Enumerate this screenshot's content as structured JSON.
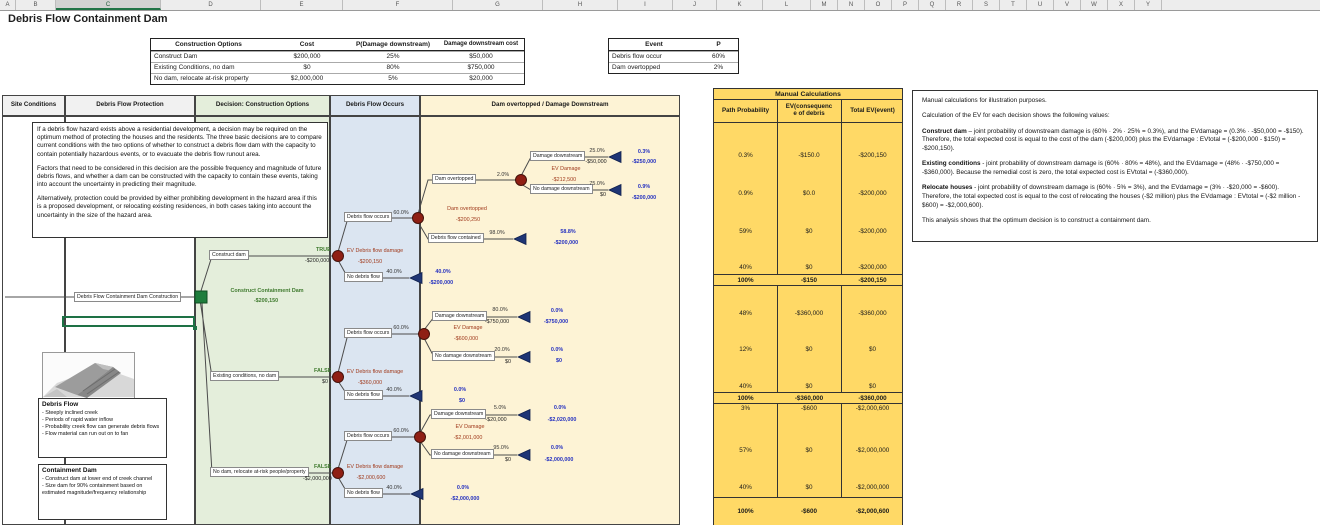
{
  "app": {
    "columns": [
      "A",
      "B",
      "C",
      "D",
      "E",
      "F",
      "G",
      "H",
      "I",
      "J",
      "K",
      "L",
      "M",
      "N",
      "O",
      "P",
      "Q",
      "R",
      "S",
      "T",
      "U",
      "V",
      "W",
      "X",
      "Y"
    ]
  },
  "title": "Debris Flow Containment Dam",
  "options_table": {
    "headers": [
      "Construction Options",
      "Cost",
      "P(Damage downstream)",
      "Damage downstream cost"
    ],
    "rows": [
      [
        "Construct Dam",
        "$200,000",
        "25%",
        "$50,000"
      ],
      [
        "Existing Conditions, no dam",
        "$0",
        "80%",
        "$750,000"
      ],
      [
        "No dam, relocate at-risk property",
        "$2,000,000",
        "5%",
        "$20,000"
      ]
    ]
  },
  "event_table": {
    "headers": [
      "Event",
      "P"
    ],
    "rows": [
      [
        "Debris flow occur",
        "60%"
      ],
      [
        "Dam overtopped",
        "2%"
      ]
    ]
  },
  "tree": {
    "headers": [
      "Site Conditions",
      "Debris Flow Protection",
      "Decision: Construction Options",
      "Debris Flow Occurs",
      "Dam overtopped / Damage Downstream"
    ],
    "intro1": "If a debris flow hazard exists above a residential development, a decision may be required on the optimum method of protecting the houses and the residents.  The three basic decisions are to compare current conditions with the two options of whether to construct a debris flow dam with the capacity to contain potentially hazardous events, or to evacuate the debris flow runout area.",
    "intro2": "Factors that need to be considered in this decision are the possible frequency and magnitude of future debris flows, and whether a dam can be constructed with the capacity to contain these events, taking into account the uncertainty in predicting their magnitude.",
    "intro3": "Alternatively, protection could be provided by either prohibiting development in the hazard area if this is a proposed development, or relocating existing residences, in both cases taking into account the uncertainty in the size of the hazard area.",
    "construction_label": "Debris Flow Containment Dam Construction",
    "decision_label": "Construct Containment Dam",
    "decision_value": "-$200,150",
    "b1": {
      "label": "Construct dam",
      "tf": "TRUE",
      "value": "-$200,000"
    },
    "b2": {
      "label": "Existing conditions, no dam",
      "tf": "FALSE",
      "value": "$0"
    },
    "b3": {
      "label": "No dam, relocate at-risk people/property",
      "tf": "FALSE",
      "value": "-$2,000,000"
    },
    "s1": {
      "ev_label": "EV Debris flow damage",
      "ev_value": "-$200,150",
      "occurs": {
        "label": "Debris flow occurs",
        "p": "60.0%"
      },
      "node2_label": "Dam overtopped",
      "node2_value": "-$200,250",
      "overtopped": {
        "label": "Dam overtopped",
        "p": "2.0%"
      },
      "ev2_label": "EV Damage",
      "ev2_value": "-$212,500",
      "dmg": {
        "label": "Damage downstream",
        "p": "25.0%",
        "v": "-$50,000",
        "tp": "0.3%",
        "tv": "-$250,000"
      },
      "nodmg": {
        "label": "No damage downstream",
        "p": "75.0%",
        "v": "$0",
        "tp": "0.9%",
        "tv": "-$200,000"
      },
      "contained": {
        "label": "Debris flow contained",
        "p": "98.0%",
        "tp": "58.8%",
        "tv": "-$200,000"
      },
      "noflow": {
        "label": "No debris flow",
        "p": "40.0%",
        "tp": "40.0%",
        "tv": "-$200,000"
      }
    },
    "s2": {
      "ev_label": "EV Debris flow damage",
      "ev_value": "-$360,000",
      "occurs": {
        "label": "Debris flow occurs",
        "p": "60.0%"
      },
      "ev2_label": "EV Damage",
      "ev2_value": "-$600,000",
      "dmg": {
        "label": "Damage downstream",
        "p": "80.0%",
        "v": "-$750,000",
        "tp": "0.0%",
        "tv": "-$750,000"
      },
      "nodmg": {
        "label": "No damage downstream",
        "p": "20.0%",
        "v": "$0",
        "tp": "0.0%",
        "tv": "$0"
      },
      "noflow": {
        "label": "No debris flow",
        "p": "40.0%",
        "tp": "0.0%",
        "tv": "$0"
      }
    },
    "s3": {
      "ev_label": "EV Debris flow damage",
      "ev_value": "-$2,000,600",
      "occurs": {
        "label": "Debris flow occurs",
        "p": "60.0%"
      },
      "ev2_label": "EV Damage",
      "ev2_value": "-$2,001,000",
      "dmg": {
        "label": "Damage downstream",
        "p": "5.0%",
        "v": "-$20,000",
        "tp": "0.0%",
        "tv": "-$2,020,000"
      },
      "nodmg": {
        "label": "No damage downstream",
        "p": "95.0%",
        "v": "$0",
        "tp": "0.0%",
        "tv": "-$2,000,000"
      },
      "noflow": {
        "label": "No debris flow",
        "p": "40.0%",
        "tp": "0.0%",
        "tv": "-$2,000,000"
      }
    },
    "debris_box": {
      "title": "Debris Flow",
      "lines": [
        "- Steeply inclined creek",
        "- Periods of rapid water inflow",
        "- Probability creek flow can generate debris flows",
        "- Flow material can run out on to fan"
      ]
    },
    "dam_box": {
      "title": "Containment Dam",
      "lines": [
        "- Construct dam at lower end of creek channel",
        "- Size dam for 90% containment based on estimated magnitude/frequency relationship"
      ]
    }
  },
  "calc": {
    "title": "Manual Calculations",
    "headers": [
      "Path Probability",
      "EV(consequenc\ne of debris",
      "Total EV(event)"
    ],
    "rows": [
      [
        "0.3%",
        "-$150.0",
        "-$200,150"
      ],
      [
        "0.9%",
        "$0.0",
        "-$200,000"
      ],
      [
        "59%",
        "$0",
        "-$200,000"
      ],
      [
        "40%",
        "$0",
        "-$200,000"
      ],
      [
        "48%",
        "-$360,000",
        "-$360,000"
      ],
      [
        "12%",
        "$0",
        "$0"
      ],
      [
        "40%",
        "$0",
        "$0"
      ],
      [
        "3%",
        "-$600",
        "-$2,000,600"
      ],
      [
        "57%",
        "$0",
        "-$2,000,000"
      ],
      [
        "40%",
        "$0",
        "-$2,000,000"
      ]
    ],
    "totals": [
      [
        "100%",
        "-$150",
        "-$200,150"
      ],
      [
        "100%",
        "-$360,000",
        "-$360,000"
      ],
      [
        "100%",
        "-$600",
        "-$2,000,600"
      ]
    ]
  },
  "notes": {
    "p1": "Manual calculations for illustration purposes.",
    "p2": "Calculation of the EV for each decision shows the following values:",
    "lead3": "Construct dam",
    "p3": " – joint probability of downstream damage is (60% · 2% · 25% = 0.3%), and the EVdamage = (0.3% · -$50,000 = -$150).  Therefore, the total expected cost is equal to the cost of the dam (-$200,000) plus the EVdamage : EVtotal = (-$200,000 - $150) = -$200,150).",
    "lead4": "Existing conditions",
    "p4": " - joint probability of downstream damage is (60% · 80% = 48%), and the EVdamage = (48% · -$750,000 = -$360,000).  Because the remedial cost is zero, the total expected cost is EVtotal = (-$360,000).",
    "lead5": "Relocate houses",
    "p5": " - joint probability of downstream damage is (60% · 5% = 3%), and the EVdamage = (3% · -$20,000 = -$600).  Therefore, the total expected cost is equal to the cost of relocating the houses (-$2 million) plus the EVdamage : EVtotal = (-$2 million - $600) = -$2,000,600).",
    "p6": "This analysis shows that the optimum decision is to construct a containment dam."
  }
}
